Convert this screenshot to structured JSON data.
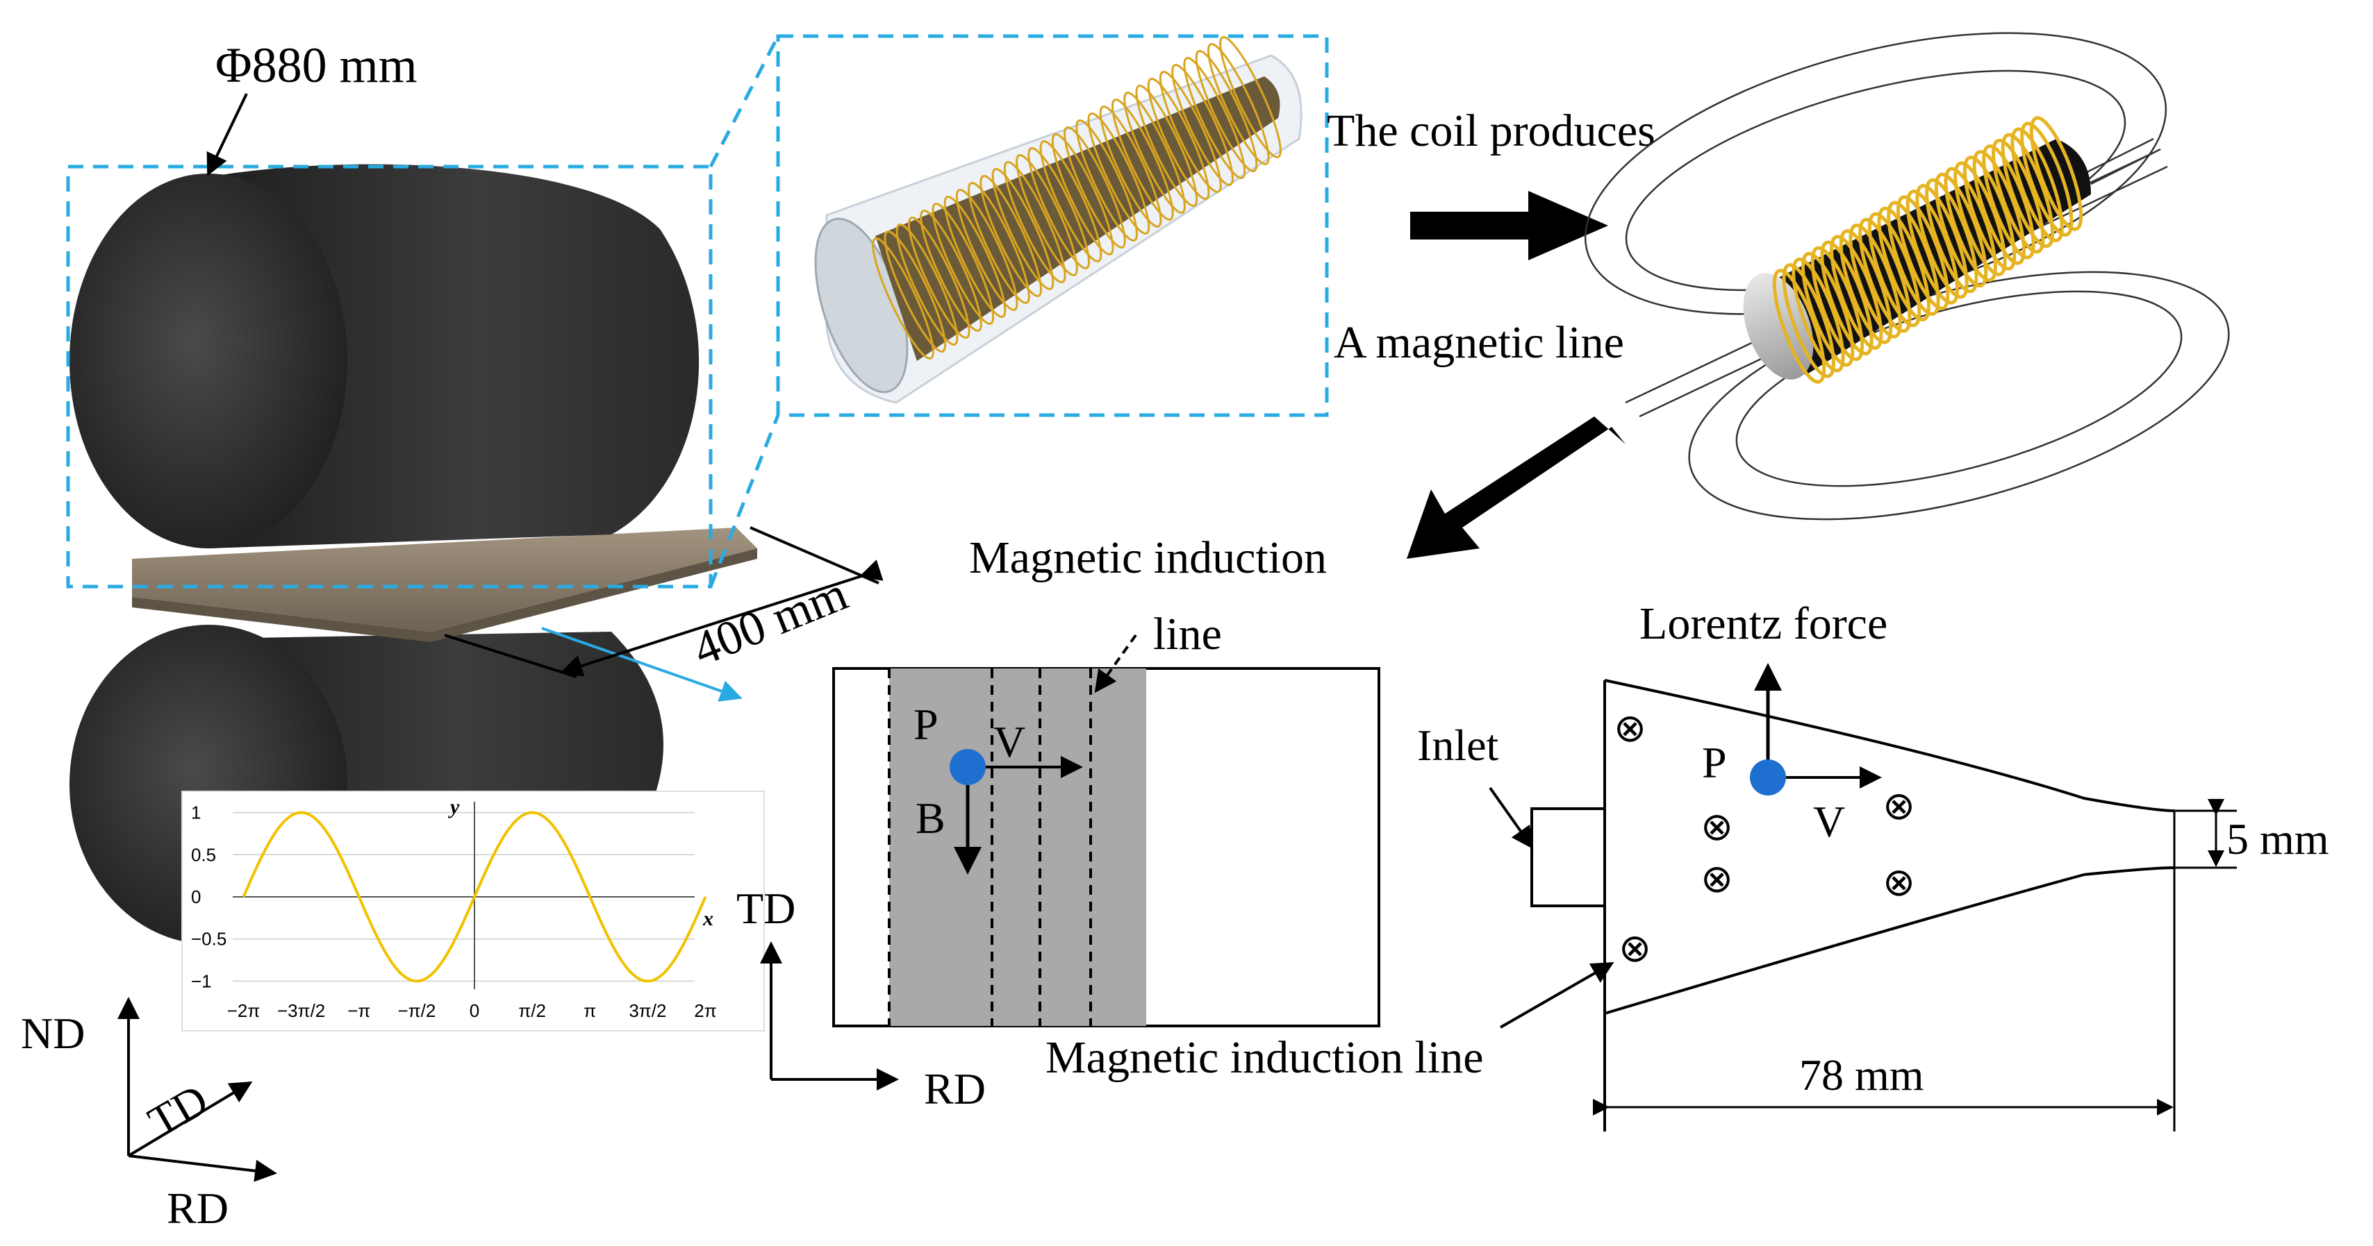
{
  "roll": {
    "diameter_label": "Φ880 mm",
    "width_label": "400 mm"
  },
  "axes_3d": {
    "nd": "ND",
    "td": "TD",
    "rd": "RD"
  },
  "coil": {
    "produces_label": "The coil produces",
    "magnetic_line_label": "A magnetic line"
  },
  "plan_view": {
    "induction_label_line1": "Magnetic induction",
    "induction_label_line2": "line",
    "particle_p": "P",
    "velocity_v": "V",
    "field_b": "B",
    "axis_td": "TD",
    "axis_rd": "RD",
    "bottom_label": "Magnetic induction line"
  },
  "side_view": {
    "lorentz_label": "Lorentz force",
    "inlet_label": "Inlet",
    "particle_p": "P",
    "velocity_v": "V",
    "gap_label": "5 mm",
    "length_label": "78 mm",
    "cross_symbol": "⊗"
  },
  "sine_inset": {
    "y_label": "y",
    "x_label": "x",
    "y_ticks": [
      "1",
      "0.5",
      "0",
      "−0.5",
      "−1"
    ],
    "x_ticks": [
      "−2π",
      "−3π/2",
      "−π/2",
      "−π",
      "0",
      "π/2",
      "π",
      "3π/2",
      "2π"
    ]
  },
  "colors": {
    "dashed_box": "#29abe2",
    "roll_dark": "#2b2b2b",
    "strip": "#8a7d6a",
    "coil_gold": "#e6b422",
    "dot_blue": "#1f6fd0",
    "gray_band": "#a9a9a9",
    "sine": "#f2c200"
  }
}
